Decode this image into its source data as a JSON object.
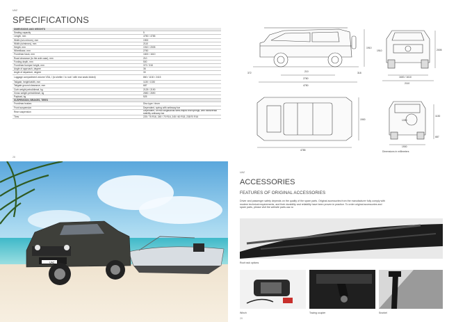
{
  "brand": "UAZ",
  "spec": {
    "title": "SPECIFICATIONS",
    "page_number": "28",
    "rows": [
      {
        "label": "DIMENSIONS AND WEIGHTS",
        "value": "",
        "section": true
      },
      {
        "label": "Seating capacity",
        "value": "5"
      },
      {
        "label": "Length, mm",
        "value": "4750 / 4785"
      },
      {
        "label": "Width (w/o mirrors), mm",
        "value": "1900"
      },
      {
        "label": "Width (w/mirrors), mm",
        "value": "2110"
      },
      {
        "label": "Height, mm",
        "value": "1910 / 2005"
      },
      {
        "label": "Wheelbase, mm",
        "value": "2760"
      },
      {
        "label": "Front/rear track, mm",
        "value": "1600 / 1610"
      },
      {
        "label": "Road clearance (to the axle case), mm",
        "value": "210"
      },
      {
        "label": "Fording depth, mm",
        "value": "500"
      },
      {
        "label": "Front/rear bumper height, mm",
        "value": "372 / 318"
      },
      {
        "label": "Angle of approach, degree",
        "value": "36"
      },
      {
        "label": "Angle of departure, degree",
        "value": "30"
      },
      {
        "label": "Luggage compartment volume VDA, l (to shelter / to roof / with rear seats folded)",
        "value": "860 / 1130 / 2415",
        "tall": true
      },
      {
        "label": "Tailgate, height/width, mm",
        "value": "1130 / 1330"
      },
      {
        "label": "Tailgate ground clearance, mm",
        "value": "687"
      },
      {
        "label": "Curb weight petrol/diesel, kg",
        "value": "2125 / 2190"
      },
      {
        "label": "Gross weight petrol/diesel, kg",
        "value": "2650 / 2690"
      },
      {
        "label": "Payload, kg",
        "value": "525"
      },
      {
        "label": "SUSPENSION, BRAKES, TIRES",
        "value": "",
        "section": true
      },
      {
        "label": "Front/rear brakes",
        "value": "Disc type / drum"
      },
      {
        "label": "Front suspension",
        "value": "Dependent, spring with antisway bar"
      },
      {
        "label": "Rear suspension",
        "value": "Dependent, on two longitudinal semi-elliptic leaf springs, with transversal stability antisway bar",
        "tall": true
      },
      {
        "label": "Tires",
        "value": "225 / 75 R16, 245 / 70 R16, 245 / 60 R18, 235/70 R16"
      }
    ]
  },
  "dims": {
    "side": {
      "h1": "1910",
      "h2": "372",
      "h3": "318",
      "a": "210",
      "wb": "2760",
      "len": "4750"
    },
    "front": {
      "h": "2005",
      "h2": "1910",
      "track": "1600 / 1610",
      "w": "2110"
    },
    "top": {
      "w": "1900",
      "len": "4785"
    },
    "rear": {
      "w": "1330",
      "h": "1130",
      "g": "687",
      "t": "1900"
    },
    "note": "Dimensions in millimeters"
  },
  "photo_page": {
    "plate": "UAZ",
    "brand_mark": "UAZ"
  },
  "acc": {
    "title": "ACCESSORIES",
    "subtitle": "FEATURES OF ORIGINAL ACCESSORIES",
    "text": "Driver and passenger safety depends on the quality of the spare parts. Original accessories from the manufacturer fully comply with modern technical requirements, and their durability and reliability have been proven in practice. To order original accessories and spare parts, please visit the website parts.uaz.ru",
    "roof_caption": "Roof rack options",
    "winch_caption": "Winch",
    "towing_caption": "Towing coupler",
    "snorkel_caption": "Snorkel",
    "page_number": "29"
  },
  "colors": {
    "heading": "#4a4a4a",
    "section_bg": "#e8e8e8",
    "sky": "#5aa7dc",
    "sea": "#3fb8c9",
    "sand": "#efe3cf"
  }
}
